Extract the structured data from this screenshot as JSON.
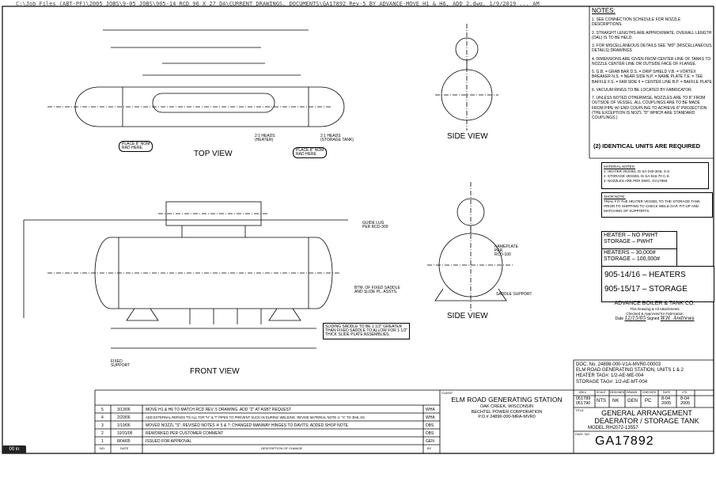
{
  "file_path_header": "C:\\Job Files (ABT-PF)\\2005 JOBS\\9-05 JOBS\\905-14 RCD 96 X 27 DA\\CURRENT DRAWINGS, DOCUMENTS\\GA17892 Rev-5 BY ADVANCE-MOVE H1 & H6, ADD 2.dwg, 1/9/2019 ... AM",
  "view_labels": {
    "top": "TOP VIEW",
    "front": "FRONT VIEW",
    "side1": "SIDE VIEW",
    "side2": "SIDE VIEW"
  },
  "callouts": {
    "place_name_plate_top": "PLACE 8\" NOM\nRAD HERE.",
    "place_name_plate_top2": "PLACE 8\" NOM\nRAD HERE",
    "heads_heater": "2:1 HEADS\n(HEATER)",
    "heads_storage": "2:1 HEADS\n(STORAGE TANK)",
    "fixed_support": "FIXED\nSUPPORT",
    "sliding_saddle_note": "SLIDING SADDLE TO BE 1 1/2\" GREATER\nTHAN FIXED SADDLE TO ALLOW FOR 1 1/2\"\nTHICK SLIDE PLATE ASSEMBLIES.",
    "guide_lug": "GUIDE LUG\nPER RCD-300",
    "saddle_support": "SADDLE SUPPORT",
    "nameplate": "NAMEPLATE\nPER\nRCD-100",
    "btm_fixed_saddle": "BTM. OF FIXED SADDLE\nAND SLIDE PL. ASSYS."
  },
  "notes": {
    "header": "NOTES:",
    "items": [
      "1. SEE CONNECTION SCHEDULE FOR NOZZLE DESCRIPTIONS.",
      "2. STRAIGHT LENGTHS ARE APPROXIMATE. OVERALL LENGTH (OAL) IS TO BE HELD.",
      "3. FOR MISCELLANEOUS DETAILS SEE \"MD\" (MISCELLANEOUS DETAILS) DRAWINGS",
      "4. DIMENSIONS ARE GIVEN FROM CENTER LINE OF TANKS TO NOZZLE CENTER LINE OR OUTSIDE FACE OF FLANGE.",
      "5. G.B. = GRAB BAR   D.S. = DRIP SHIELD  V.B. = VORTEX BREAKER  N.S. = NEAR SIDE  N.P. = NAME PLATE  T.E. = TEE BAFFLE  F.S. = FAR SIDE  ¢ = CENTER LINE  B.P. = BAFFLE PLATE",
      "6. VACUUM RINGS TO BE LOCATED BY FABRICATOR.",
      "7. UNLESS NOTED OTHERWISE, NOZZLES ARE TO 8\" FROM OUTSIDE OF VESSEL. ALL COUPLINGS ARE TO BE MADE FROM PIPE W/ END COUPLING TO ACHIEVE 8\" PROJECTION (THE EXCEPTION IS NOZ'L \"D\" WHICH ARE STANDARD COUPLINGS.)"
    ]
  },
  "identical_units": "(2) IDENTICAL UNITS ARE REQUIRED",
  "material_notes": {
    "header": "MATERIAL NOTES:",
    "items": [
      "1. HEATER VESSEL IS SA-240-304L S.S.",
      "2. STORAGE VESSEL IS SA-516-70 C.S.",
      "3. NOZZLES ARE PER DWG. GA17893."
    ]
  },
  "shop_note": {
    "header": "SHOP NOTE:",
    "text": "TRIAL FIT THE HEATER VESSEL TO THE STORAGE TANK PRIOR TO SHIPPING TO CHECK WELD GAP, FIT-UP AND MATCHING OF SUPPORTS."
  },
  "pwht": {
    "heater": "HEATER – NO PWHT",
    "storage": "STORAGE – PWHT"
  },
  "weights": {
    "heater": "HEATERS – 30,000#",
    "storage": "STORAGE – 100,000#"
  },
  "job_numbers": {
    "heaters": "905-14/16 – HEATERS",
    "storage": "905-15/17 – STORAGE"
  },
  "approval": {
    "company": "ADVANCE BOILER & TANK CO.",
    "line1": "This Drawing & All Attachments",
    "line2": "Checked & Approved for Fabrication",
    "date_label": "Date",
    "date": "12/15/05",
    "signed_label": "Signed",
    "signature": "W.H. Andrews"
  },
  "doc_block": {
    "doc_no": "DOC. No. 24898-000-V1A-MVR0-00003",
    "station": "ELM ROAD GENERATING STATION, UNITS 1 & 2",
    "heater_tag": "HEATER TAG#: 1/2-AE-ME-004",
    "storage_tag": "STORAGE TAG#: 1/2-AE-MT-004"
  },
  "title_block": {
    "client_label": "CLIENT",
    "client_name": "ELM ROAD GENERATING STATION",
    "client_city": "OAK CREEK, WISCONSIN",
    "client_corp": "BECHTEL POWER CORPORATION",
    "po": "P.O.# 24896-000-MRA-MVR0",
    "headers": [
      "JOB #",
      "SCALE",
      "DESIGNED",
      "DRAWN",
      "CHECKED",
      "DATE",
      "LTD"
    ],
    "job1": "051789",
    "job2": "051790",
    "scale": "NTS",
    "designed": "NK",
    "drawn": "GEN",
    "checked": "PC",
    "date1": "8-04",
    "date1b": "2005",
    "ltd1": "8-04",
    "ltd1b": "2005",
    "title_label": "TITLE",
    "title1": "GENERAL ARRANGEMENT",
    "title2": "DEAERATOR / STORAGE TANK",
    "model": "MODEL:RH2072-13557",
    "dwg_label": "DWG. NO.",
    "dwg_no": "GA17892"
  },
  "revisions": {
    "headers": [
      "NO.",
      "DATE",
      "DESCRIPTION OF CHANGE",
      "BY"
    ],
    "rows": [
      {
        "no": "5",
        "date": "3/13/06",
        "desc": "MOVE H1 & H6 TO MATCH RCD REV. 5 DRAWING. ADD \"Z\" AT ASBT REQUEST",
        "by": "WHA"
      },
      {
        "no": "4",
        "date": "2/20/06",
        "desc": "ADD EXTERNAL REPADS TO ALL TOP \"H\" & \"I\" PIPES TO PREVENT SUCK-IN DURING WELDING. REVISE MATERIAL NOTE ① \"A\" TO 304L SS",
        "by": "WHA"
      },
      {
        "no": "3",
        "date": "1/19/06",
        "desc": "MOVED NOZZL \"S\"; REVISED NOTES ④ 5 & 7; CHANGED MANWAY HINGES TO DAVITS; ADDED SHOP NOTE",
        "by": "DBS"
      },
      {
        "no": "2",
        "date": "10/31/05",
        "desc": "REWORKED PER CUSTOMER COMMENT",
        "by": "DBS"
      },
      {
        "no": "1",
        "date": "8/04/05",
        "desc": "ISSUED FOR APPROVAL",
        "by": "GEN"
      }
    ]
  },
  "stamp": "00 in"
}
